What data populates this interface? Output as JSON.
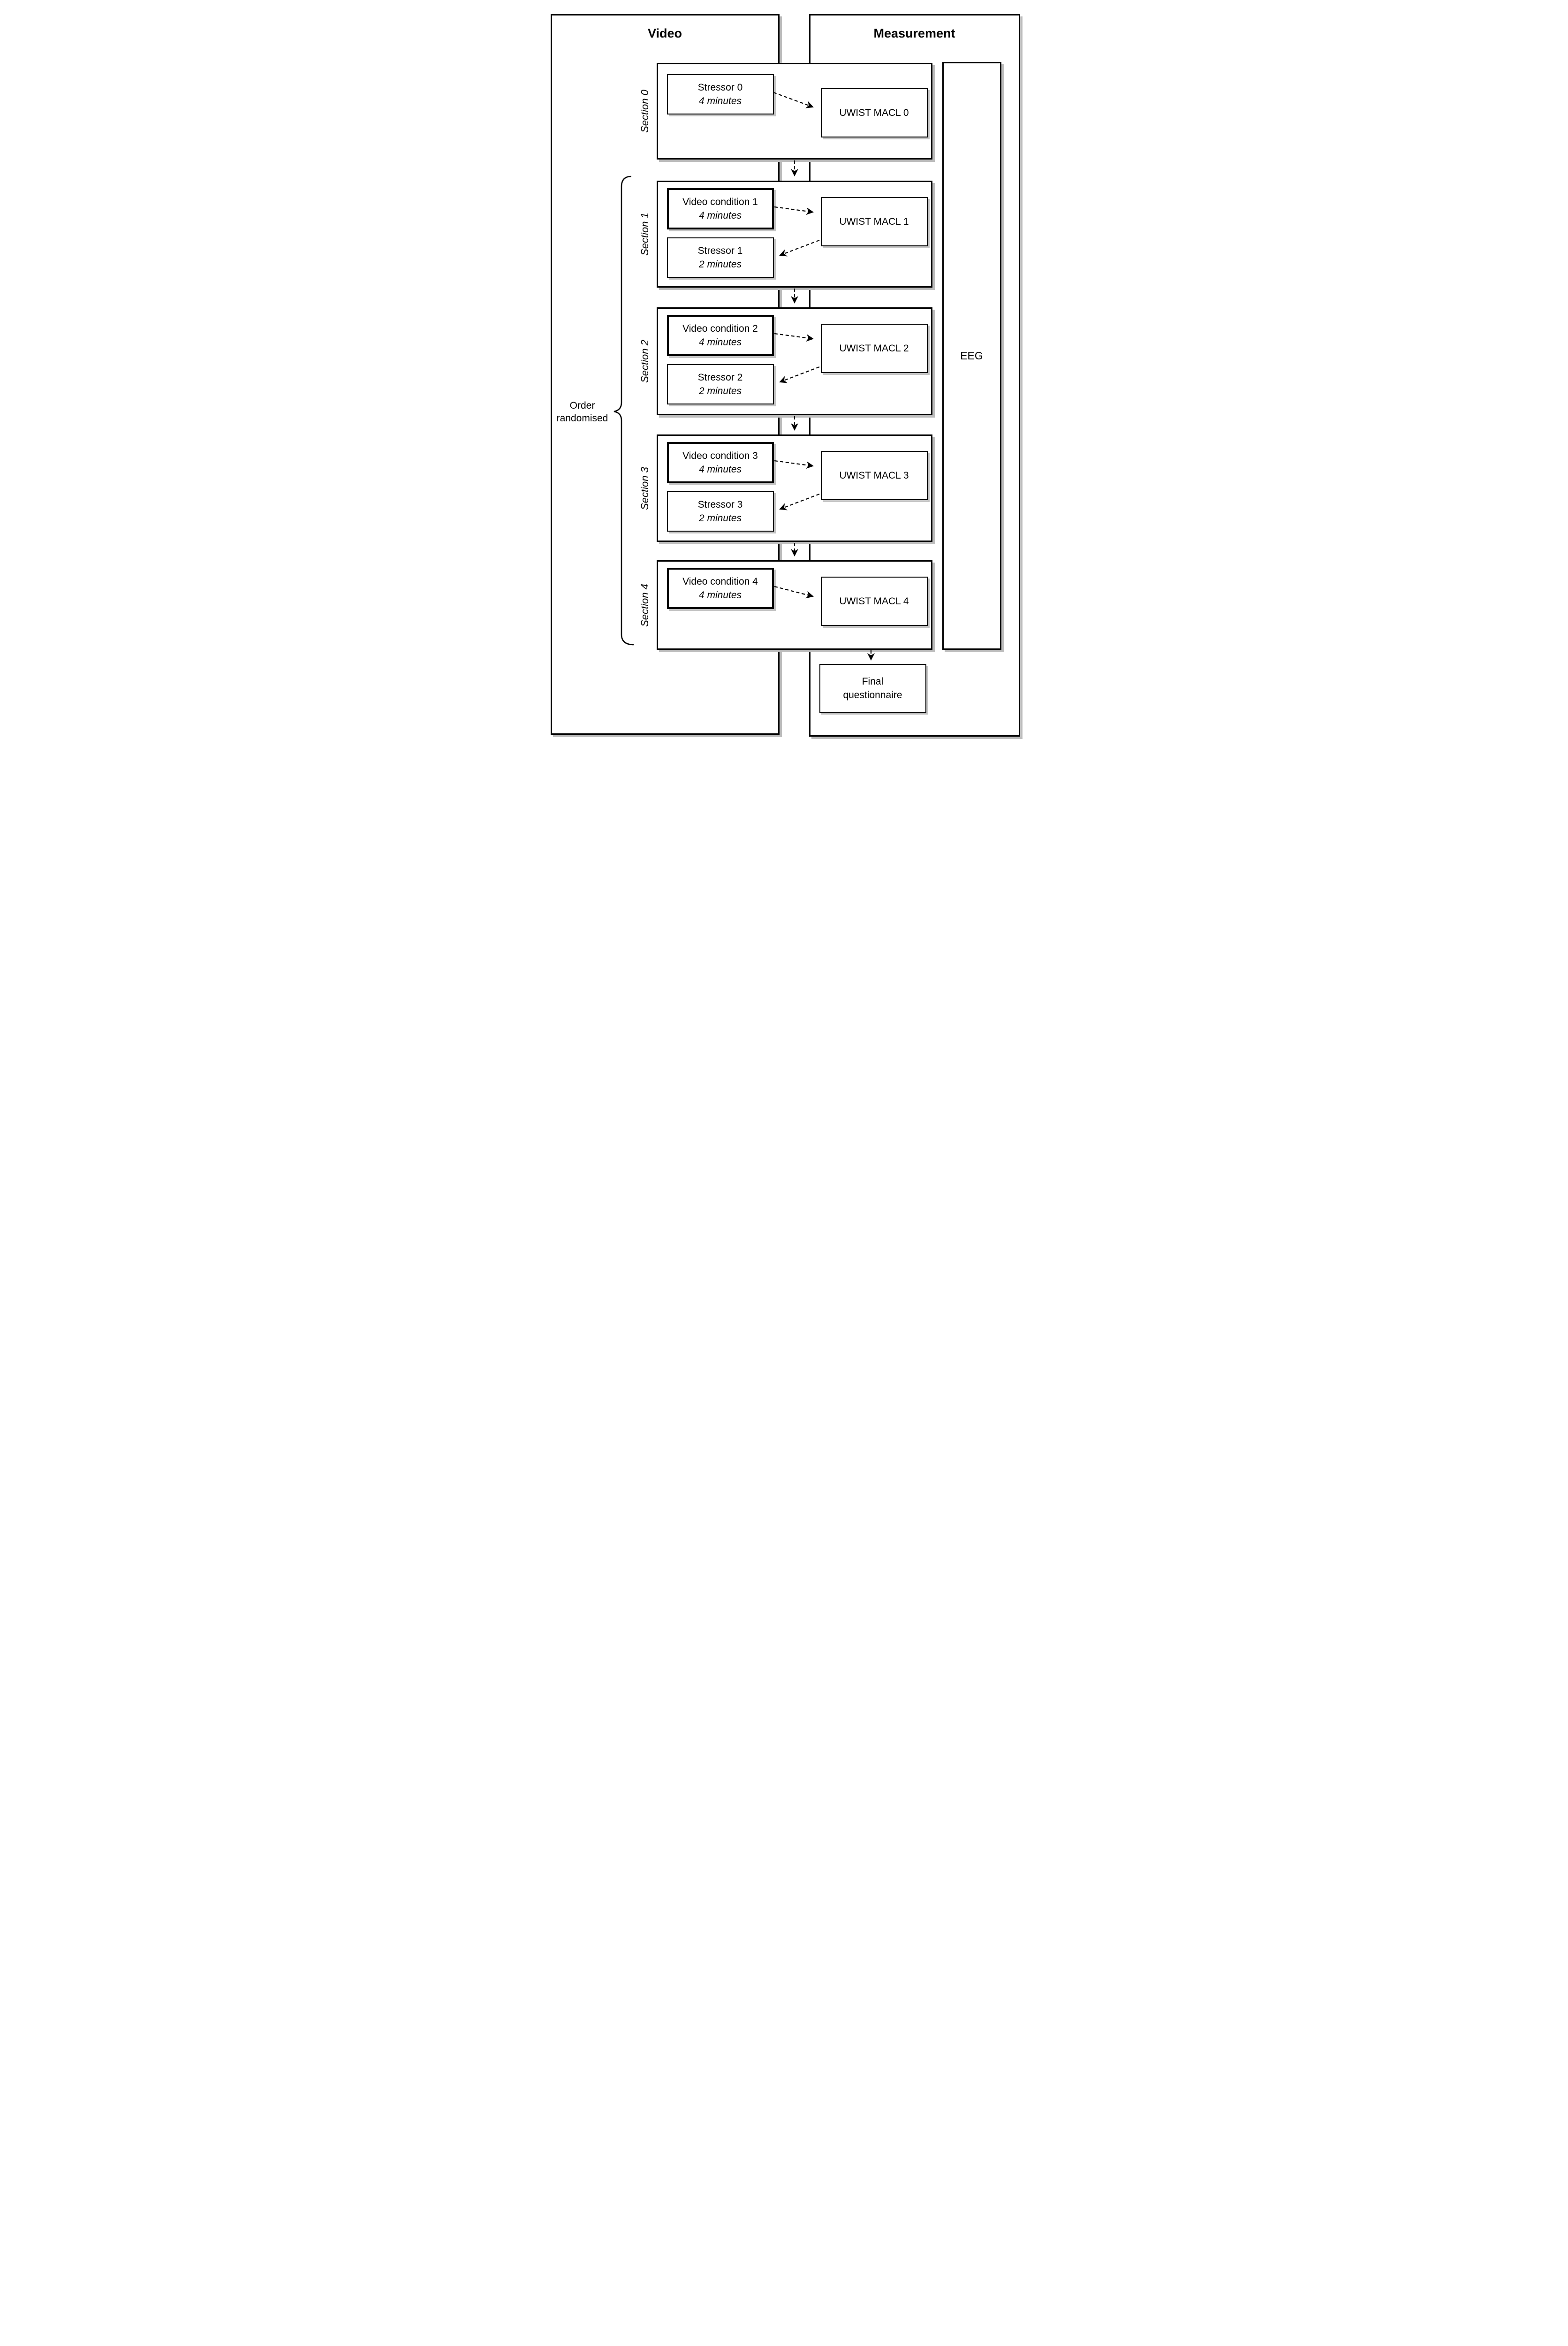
{
  "columns": {
    "video": {
      "title": "Video"
    },
    "measurement": {
      "title": "Measurement"
    }
  },
  "eeg_label": "EEG",
  "order_note": {
    "line1": "Order",
    "line2": "randomised"
  },
  "final_questionnaire": {
    "line1": "Final",
    "line2": "questionnaire"
  },
  "sections": [
    {
      "label": "Section 0",
      "stressor": {
        "title": "Stressor 0",
        "duration": "4 minutes"
      },
      "uwist": "UWIST MACL 0"
    },
    {
      "label": "Section 1",
      "video_condition": {
        "title": "Video condition 1",
        "duration": "4 minutes"
      },
      "stressor": {
        "title": "Stressor 1",
        "duration": "2 minutes"
      },
      "uwist": "UWIST MACL 1"
    },
    {
      "label": "Section 2",
      "video_condition": {
        "title": "Video condition 2",
        "duration": "4 minutes"
      },
      "stressor": {
        "title": "Stressor 2",
        "duration": "2 minutes"
      },
      "uwist": "UWIST MACL 2"
    },
    {
      "label": "Section 3",
      "video_condition": {
        "title": "Video condition 3",
        "duration": "4 minutes"
      },
      "stressor": {
        "title": "Stressor 3",
        "duration": "2 minutes"
      },
      "uwist": "UWIST MACL 3"
    },
    {
      "label": "Section 4",
      "video_condition": {
        "title": "Video condition 4",
        "duration": "4 minutes"
      },
      "uwist": "UWIST MACL 4"
    }
  ],
  "colors": {
    "ink": "#000000",
    "shadow": "#bdbdbd",
    "background": "#ffffff"
  }
}
